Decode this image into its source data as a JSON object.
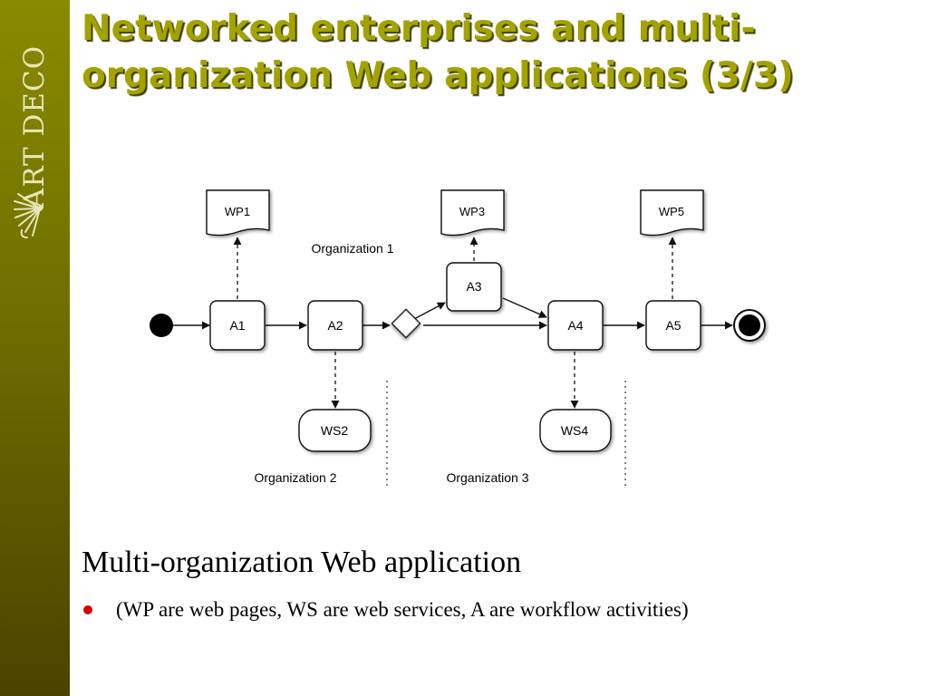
{
  "branding": {
    "logo_text": "ART DECO"
  },
  "slide": {
    "title": "Networked enterprises and multi-organization Web applications (3/3)",
    "heading": "Multi-organization Web application",
    "bullets": [
      "(WP are web pages, WS are web services, A are workflow activities)"
    ]
  },
  "diagram": {
    "activities": [
      "A1",
      "A2",
      "A3",
      "A4",
      "A5"
    ],
    "web_pages": [
      "WP1",
      "WP3",
      "WP5"
    ],
    "web_services": [
      "WS2",
      "WS4"
    ],
    "organizations": [
      "Organization 1",
      "Organization 2",
      "Organization 3"
    ]
  },
  "colors": {
    "sidebar_top": "#8a8a00",
    "sidebar_bottom": "#4a4300",
    "title": "#a3a300",
    "bullet": "#d40000"
  }
}
